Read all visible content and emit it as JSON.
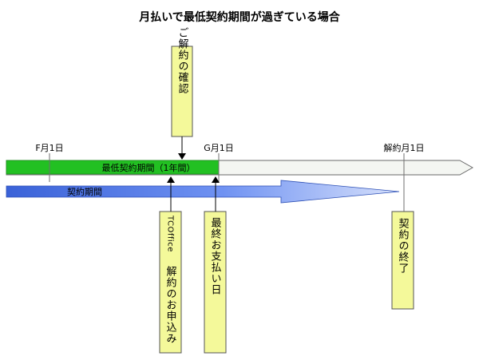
{
  "title": "月払いで最低契約期間が過ぎている場合",
  "dates": {
    "f_start": "F月1日",
    "g_start": "G月1日",
    "cancel_month": "解約月1日"
  },
  "bars": {
    "minimum_period": "最低契約期間（1年間）",
    "contract_period": "契約期間"
  },
  "boxes": {
    "confirm": "ご解約の確認",
    "apply_prefix": "TCOffice",
    "apply_suffix": "解約のお申込み",
    "last_payment": "最終お支払い日",
    "end": "契約の終了"
  },
  "colors": {
    "green_bar": "#22c022",
    "gray_bar": "#f4f6f2",
    "blue_arrow": "#5b80ee",
    "box_yellow": "#f4f99a"
  }
}
